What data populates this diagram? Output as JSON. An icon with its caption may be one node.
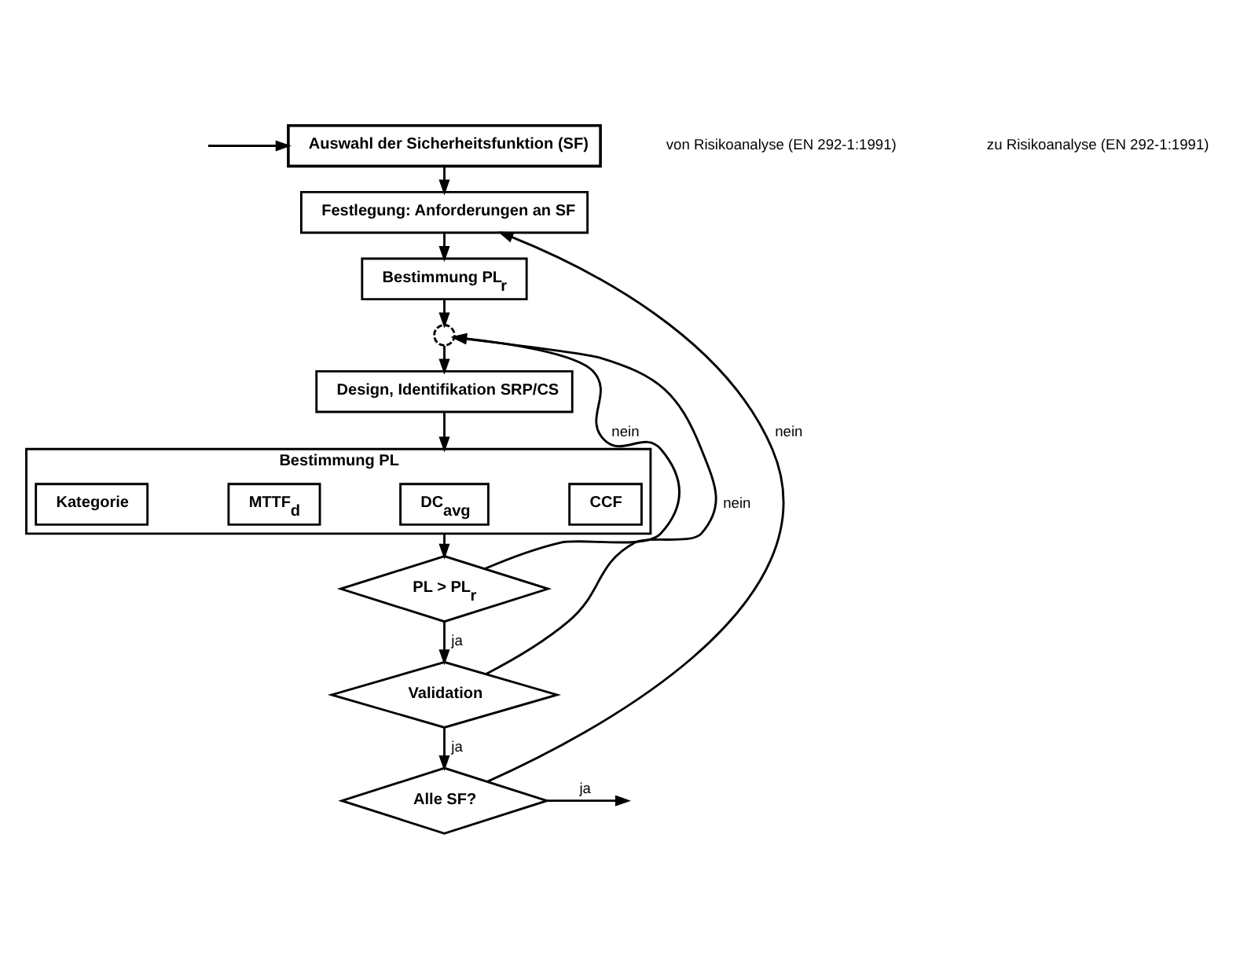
{
  "diagram": {
    "nodes": [
      {
        "text": [
          "Auswahl der Sicherheitsfunktion (SF)"
        ]
      },
      {
        "text": [
          "Festlegung: Anforderungen an SF"
        ]
      },
      {
        "text": [
          "Bestimmung PL$_{r}$"
        ]
      },
      {
        "text": [],
        "shape": "circle"
      },
      {
        "text": [
          "Design, Identifikation SRP/CS"
        ]
      },
      {
        "text": [
          "Bestimmung PL"
        ]
      },
      {
        "text": [
          "Kategorie"
        ],
        "in": 5
      },
      {
        "text": [
          "MTTF$_{d}$"
        ],
        "in": 5
      },
      {
        "text": [
          "DC$_{avg}$"
        ],
        "in": 5
      },
      {
        "text": [
          "CCF"
        ],
        "in": 5
      },
      {
        "text": [
          "PL > PL$_{r}$"
        ]
      },
      {
        "text": [
          "Validation"
        ]
      },
      {
        "text": [
          "Alle SF?"
        ]
      }
    ],
    "edges": [
      {
        "from": null,
        "to": 0,
        "arrow": "to"
      },
      {
        "from": 0,
        "to": 1,
        "arrow": "to"
      },
      {
        "from": 1,
        "to": 2,
        "arrow": "to"
      },
      {
        "from": 2,
        "to": 3,
        "arrow": "to"
      },
      {
        "from": 3,
        "to": 4,
        "arrow": "to"
      },
      {
        "from": 4,
        "to": 5,
        "arrow": "to"
      },
      {
        "from": 5,
        "to": 10,
        "arrow": "to"
      },
      {
        "from": 10,
        "to": 11,
        "label": "ja",
        "arrow": "to"
      },
      {
        "from": 10,
        "to": 3,
        "label": "nein",
        "arrow": "to"
      },
      {
        "from": 11,
        "to": 12,
        "label": "ja",
        "arrow": "to"
      },
      {
        "from": 11,
        "to": 3,
        "label": "nein",
        "arrow": "to"
      },
      {
        "from": 12,
        "to": 1,
        "label": "nein",
        "arrow": "to"
      },
      {
        "from": 12,
        "to": null,
        "label": "ja",
        "arrow": "to"
      }
    ],
    "labels": [
      "von Risikoanalyse (EN 292-1:1991)",
      "zu Risikoanalyse (EN 292-1:1991)"
    ]
  }
}
